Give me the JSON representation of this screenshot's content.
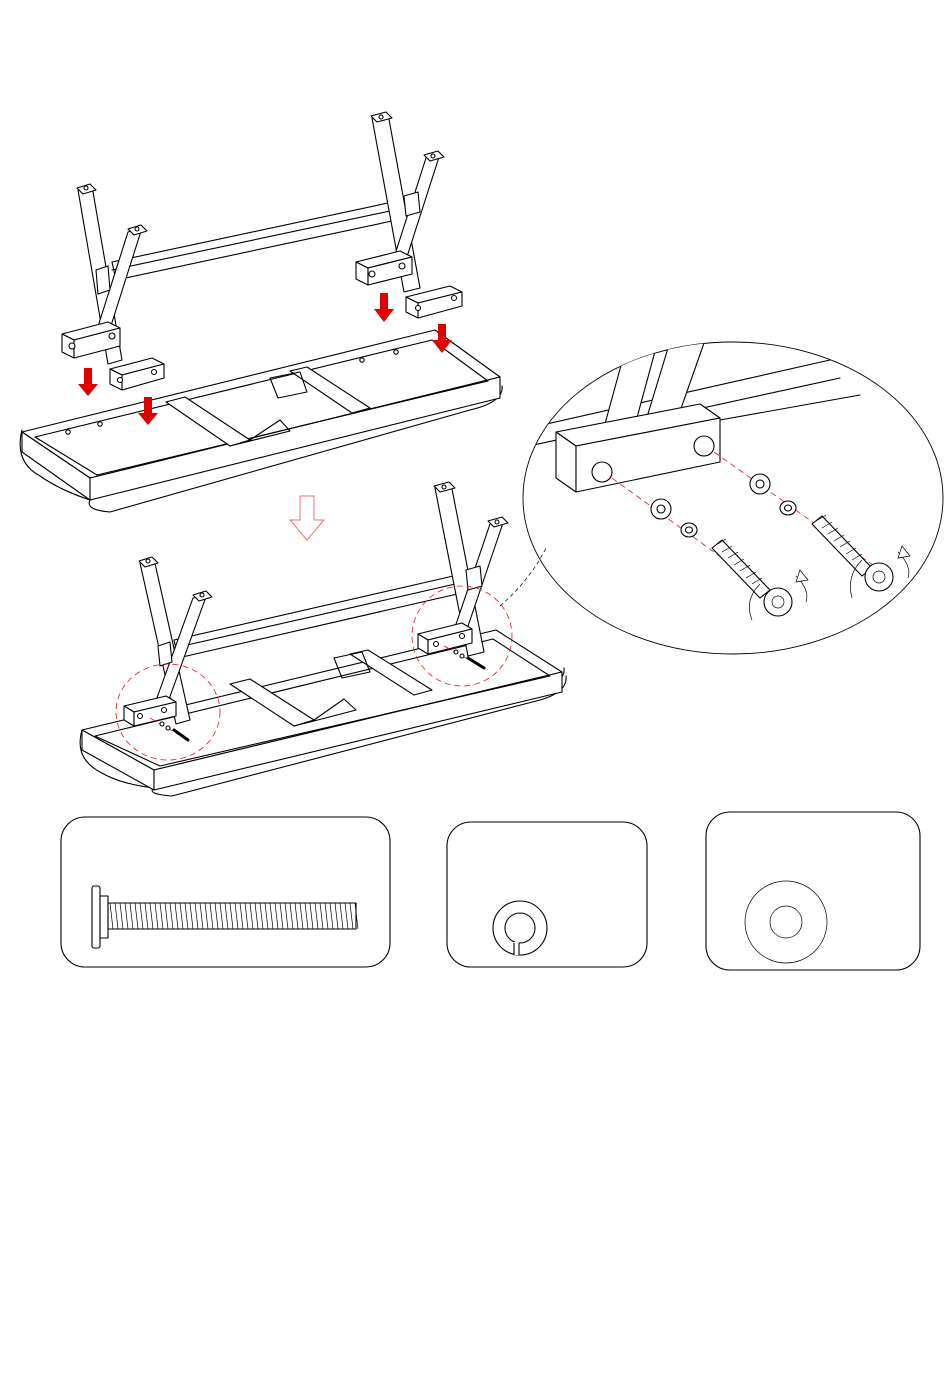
{
  "colors": {
    "line": "#000000",
    "accent_arrow": "#e00000",
    "hint_arrow": "#f07070",
    "dashed_guide": "#e01818",
    "background": "#ffffff"
  },
  "icons": {
    "drop_arrow": "red-down-arrow-icon",
    "step_arrow": "outline-down-arrow-icon",
    "rotate": "rotate-clockwise-icon"
  },
  "hardware": [
    {
      "part": "bolt"
    },
    {
      "part": "split-lock-washer"
    },
    {
      "part": "flat-washer"
    }
  ]
}
